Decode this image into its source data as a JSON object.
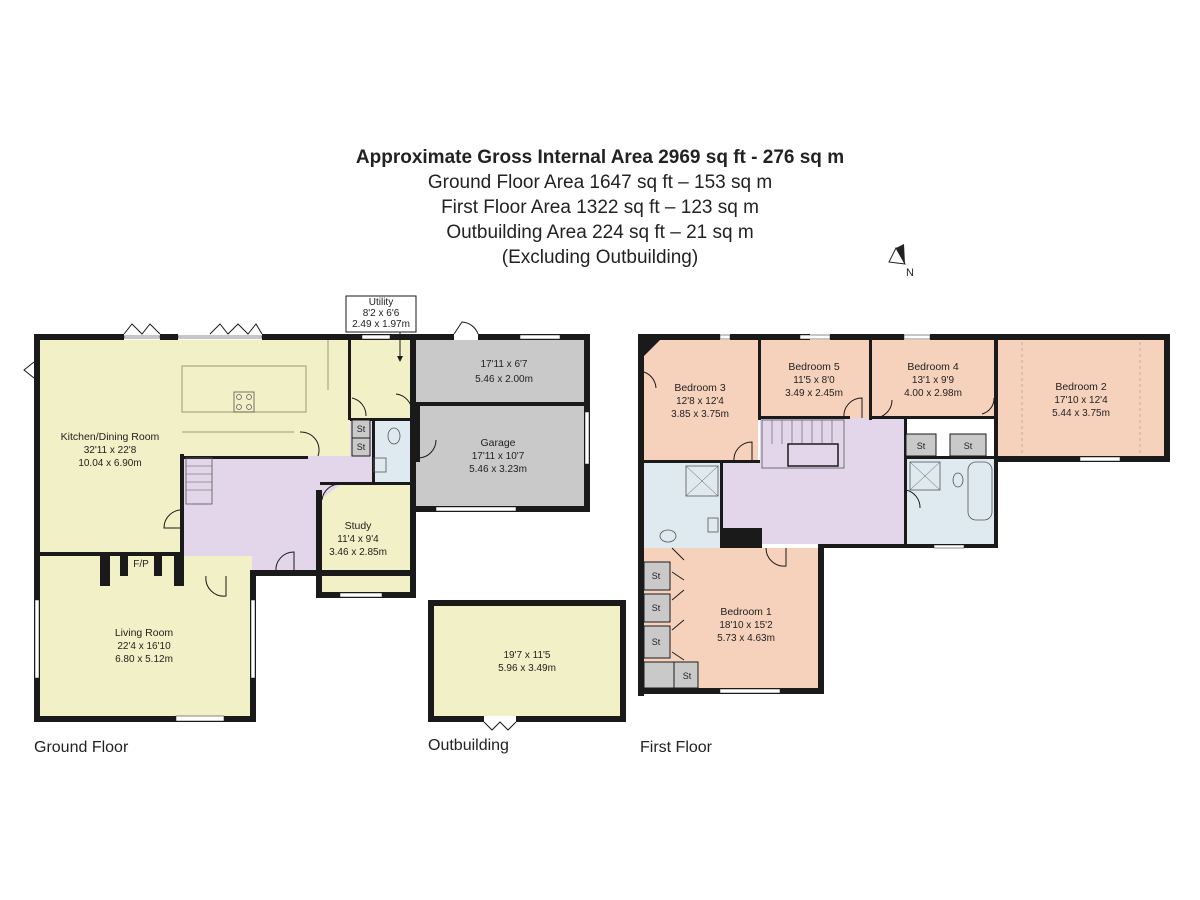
{
  "header": {
    "title": "Approximate Gross Internal Area 2969 sq ft - 276 sq m",
    "lines": [
      "Ground Floor Area 1647 sq ft – 153 sq m",
      "First Floor Area 1322 sq ft – 123 sq m",
      "Outbuilding Area 224 sq ft – 21 sq m",
      "(Excluding Outbuilding)"
    ]
  },
  "compass": {
    "label": "N"
  },
  "floors": {
    "ground": "Ground Floor",
    "outbuilding": "Outbuilding",
    "first": "First Floor"
  },
  "rooms": {
    "utility": {
      "name": "Utility",
      "imperial": "8'2 x 6'6",
      "metric": "2.49 x 1.97m"
    },
    "kitchen": {
      "name": "Kitchen/Dining Room",
      "imperial": "32'11 x 22'8",
      "metric": "10.04 x 6.90m"
    },
    "garage_top": {
      "imperial": "17'11 x 6'7",
      "metric": "5.46 x 2.00m"
    },
    "garage": {
      "name": "Garage",
      "imperial": "17'11 x 10'7",
      "metric": "5.46 x 3.23m"
    },
    "study": {
      "name": "Study",
      "imperial": "11'4 x 9'4",
      "metric": "3.46 x 2.85m"
    },
    "living": {
      "name": "Living Room",
      "imperial": "22'4 x 16'10",
      "metric": "6.80 x 5.12m"
    },
    "fireplace": "F/P",
    "outbuilding": {
      "imperial": "19'7 x 11'5",
      "metric": "5.96 x 3.49m"
    },
    "bedroom3": {
      "name": "Bedroom 3",
      "imperial": "12'8 x 12'4",
      "metric": "3.85 x 3.75m"
    },
    "bedroom5": {
      "name": "Bedroom 5",
      "imperial": "11'5 x 8'0",
      "metric": "3.49 x 2.45m"
    },
    "bedroom4": {
      "name": "Bedroom 4",
      "imperial": "13'1 x 9'9",
      "metric": "4.00 x 2.98m"
    },
    "bedroom2": {
      "name": "Bedroom 2",
      "imperial": "17'10 x 12'4",
      "metric": "5.44 x 3.75m"
    },
    "bedroom1": {
      "name": "Bedroom 1",
      "imperial": "18'10 x 15'2",
      "metric": "5.73 x 4.63m"
    }
  },
  "storage_label": "St",
  "colors": {
    "living_yellow": "#f2f0c6",
    "hall_lilac": "#e3d6ea",
    "garage_grey": "#c9c9c9",
    "bedroom_peach": "#f6d2bd",
    "bath_blue": "#dfeaf0",
    "wall": "#1a1a1a"
  }
}
